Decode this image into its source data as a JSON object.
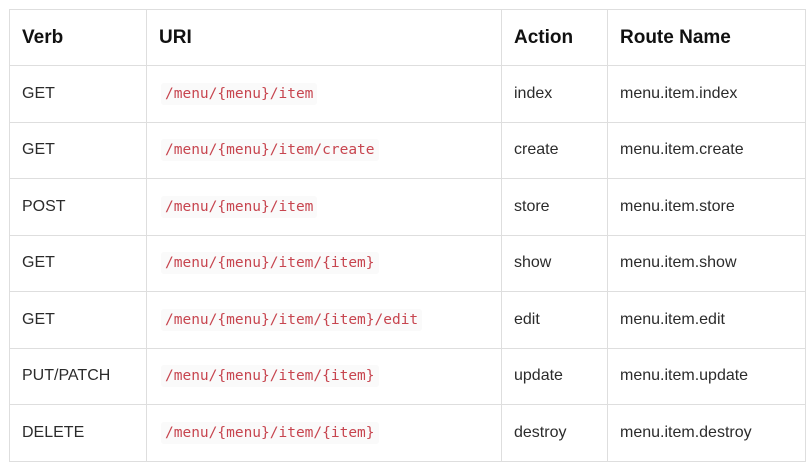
{
  "table": {
    "headers": {
      "verb": "Verb",
      "uri": "URI",
      "action": "Action",
      "route_name": "Route Name"
    },
    "rows": [
      {
        "verb": "GET",
        "uri": "/menu/{menu}/item",
        "action": "index",
        "route_name": "menu.item.index"
      },
      {
        "verb": "GET",
        "uri": "/menu/{menu}/item/create",
        "action": "create",
        "route_name": "menu.item.create"
      },
      {
        "verb": "POST",
        "uri": "/menu/{menu}/item",
        "action": "store",
        "route_name": "menu.item.store"
      },
      {
        "verb": "GET",
        "uri": "/menu/{menu}/item/{item}",
        "action": "show",
        "route_name": "menu.item.show"
      },
      {
        "verb": "GET",
        "uri": "/menu/{menu}/item/{item}/edit",
        "action": "edit",
        "route_name": "menu.item.edit"
      },
      {
        "verb": "PUT/PATCH",
        "uri": "/menu/{menu}/item/{item}",
        "action": "update",
        "route_name": "menu.item.update"
      },
      {
        "verb": "DELETE",
        "uri": "/menu/{menu}/item/{item}",
        "action": "destroy",
        "route_name": "menu.item.destroy"
      }
    ]
  },
  "colors": {
    "uri_text": "#c7454f",
    "border": "#dedede"
  }
}
